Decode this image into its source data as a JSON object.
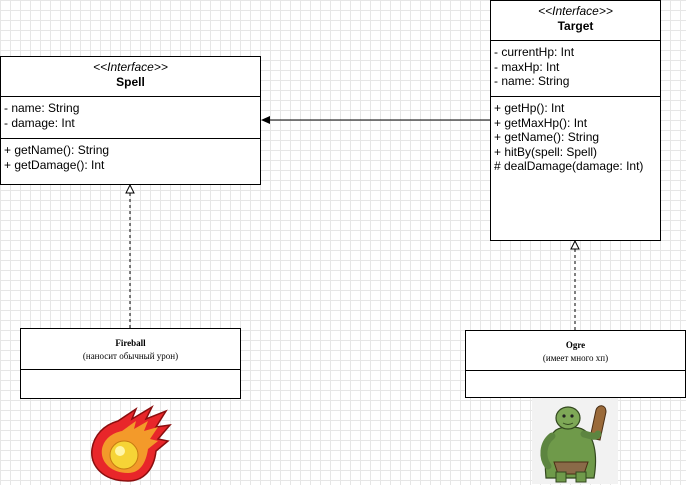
{
  "spell": {
    "stereotype": "<<Interface>>",
    "name": "Spell",
    "attributes": [
      "- name: String",
      "- damage: Int"
    ],
    "methods": [
      "+ getName(): String",
      "+ getDamage(): Int"
    ]
  },
  "target": {
    "stereotype": "<<Interface>>",
    "name": "Target",
    "attributes": [
      "- currentHp: Int",
      "- maxHp: Int",
      "- name: String"
    ],
    "methods": [
      "+ getHp(): Int",
      "+ getMaxHp(): Int",
      "+ getName(): String",
      "+ hitBy(spell: Spell)",
      "# dealDamage(damage: Int)"
    ]
  },
  "fireball": {
    "name": "Fireball",
    "note": "(наносит обычный урон)"
  },
  "ogre": {
    "name": "Ogre",
    "note": "(имеет много хп)"
  },
  "images": {
    "fireball": "fireball-icon",
    "ogre": "ogre-illustration"
  },
  "colors": {
    "grid": "#e6e6e6",
    "line": "#000000",
    "flame_red": "#e8262a",
    "flame_yellow": "#f6d436",
    "ogre_green": "#6f9a4a"
  }
}
